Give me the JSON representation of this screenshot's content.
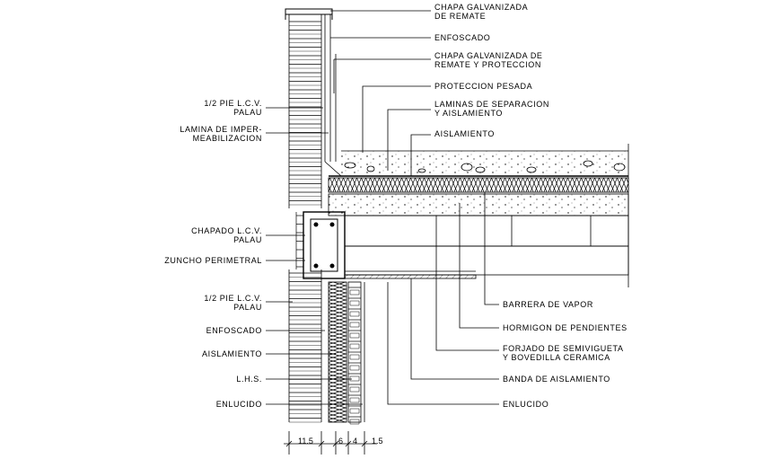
{
  "labels_right": [
    {
      "line1": "CHAPA GALVANIZADA",
      "line2": "DE REMATE"
    },
    {
      "line1": "ENFOSCADO",
      "line2": ""
    },
    {
      "line1": "CHAPA GALVANIZADA DE",
      "line2": "REMATE Y PROTECCION"
    },
    {
      "line1": "PROTECCION PESADA",
      "line2": ""
    },
    {
      "line1": "LAMINAS DE SEPARACION",
      "line2": "Y AISLAMIENTO"
    },
    {
      "line1": "AISLAMIENTO",
      "line2": ""
    },
    {
      "line1": "BARRERA DE VAPOR",
      "line2": ""
    },
    {
      "line1": "HORMIGON DE PENDIENTES",
      "line2": ""
    },
    {
      "line1": "FORJADO DE SEMIVIGUETA",
      "line2": "Y BOVEDILLA CERAMICA"
    },
    {
      "line1": "BANDA DE AISLAMIENTO",
      "line2": ""
    },
    {
      "line1": "ENLUCIDO",
      "line2": ""
    }
  ],
  "labels_left": [
    {
      "line1": "1/2 PIE L.C.V.",
      "line2": "PALAU"
    },
    {
      "line1": "LAMINA DE IMPER-",
      "line2": "MEABILIZACION"
    },
    {
      "line1": "CHAPADO L.C.V.",
      "line2": "PALAU"
    },
    {
      "line1": "ZUNCHO PERIMETRAL",
      "line2": ""
    },
    {
      "line1": "1/2 PIE L.C.V.",
      "line2": "PALAU"
    },
    {
      "line1": "ENFOSCADO",
      "line2": ""
    },
    {
      "line1": "AISLAMIENTO",
      "line2": ""
    },
    {
      "line1": "L.H.S.",
      "line2": ""
    },
    {
      "line1": "ENLUCIDO",
      "line2": ""
    }
  ],
  "dimensions": [
    "11.5",
    "6",
    "4",
    "1.5"
  ]
}
